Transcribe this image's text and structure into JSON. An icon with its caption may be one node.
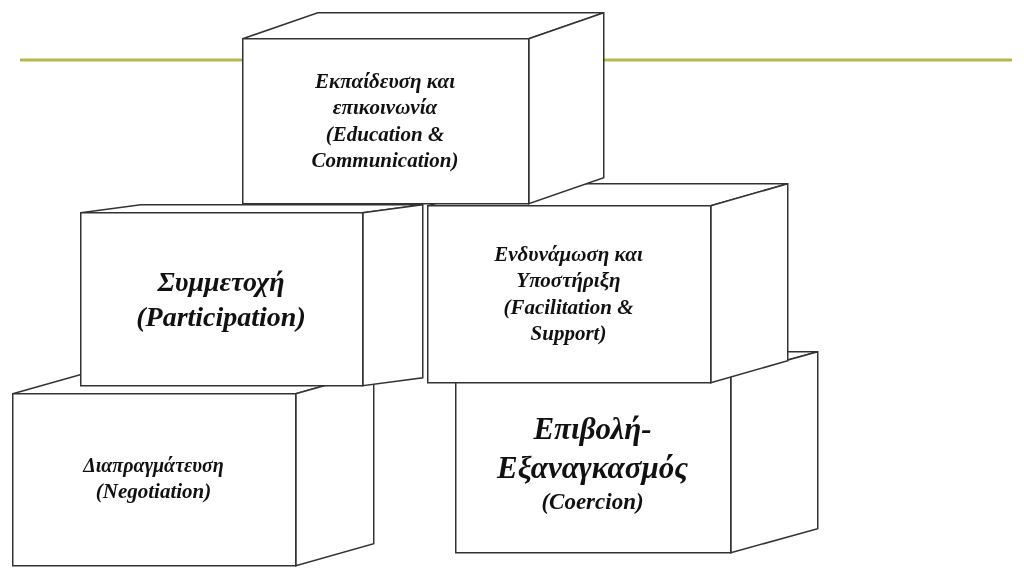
{
  "diagram": {
    "nodes": [
      {
        "text": [
          "Εκπαίδευση και επικοινωνία",
          "(Education & Communication)"
        ]
      },
      {
        "text": [
          "Συμμετοχή",
          "(Participation)"
        ]
      },
      {
        "text": [
          "Ενδυνάμωση και Υποστήριξη",
          "(Facilitation & Support)"
        ]
      },
      {
        "text": [
          "Διαπραγμάτευση",
          "(Negotiation)"
        ]
      },
      {
        "text": [
          "Επιβολή-Εξαναγκασμός",
          "(Coercion)"
        ]
      }
    ]
  }
}
